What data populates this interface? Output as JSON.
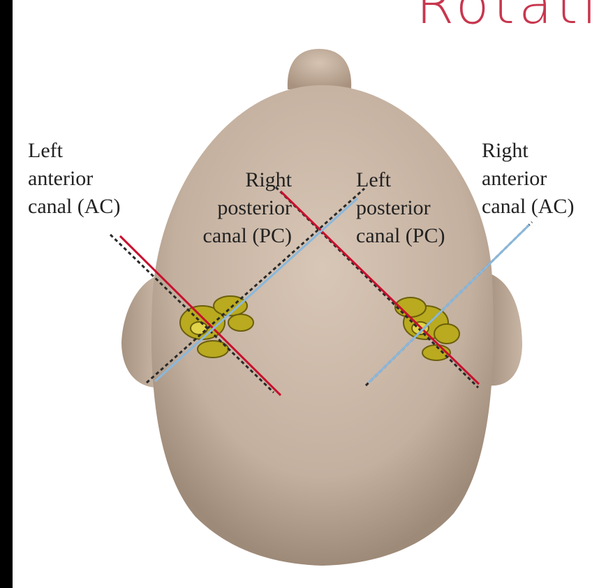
{
  "handwritten_annotation": "Rotatio",
  "labels": {
    "left_anterior": [
      "Left",
      "anterior",
      "canal (AC)"
    ],
    "right_posterior": [
      "Right",
      "posterior",
      "canal (PC)"
    ],
    "left_posterior": [
      "Left",
      "posterior",
      "canal (PC)"
    ],
    "right_anterior": [
      "Right",
      "anterior",
      "canal (AC)"
    ]
  },
  "colors": {
    "head": "#c7b3a2",
    "labyrinth": "#b7a81d",
    "red_line": "#c8102e",
    "blue_line": "#8ab8dc",
    "annotation": "#c8364e"
  }
}
